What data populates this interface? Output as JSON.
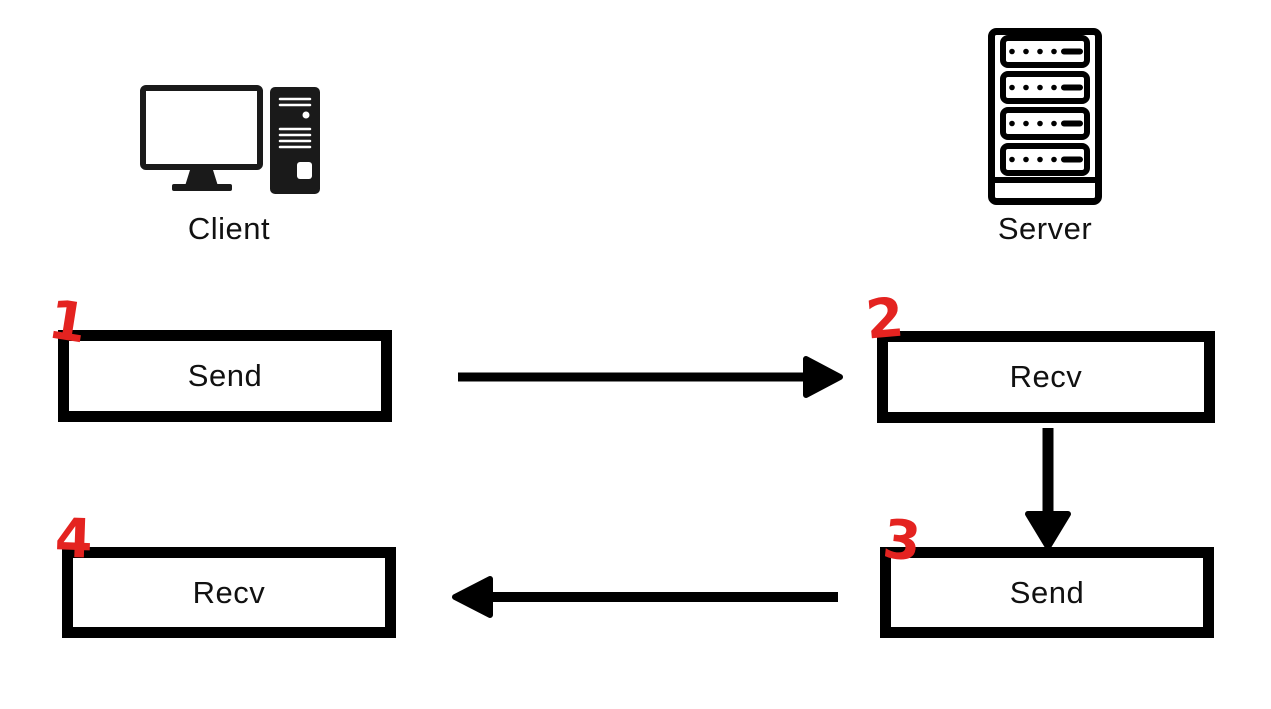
{
  "diagram": {
    "actors": [
      {
        "label": "Client",
        "icon": "desktop-computer-icon"
      },
      {
        "label": "Server",
        "icon": "server-rack-icon"
      }
    ],
    "steps": [
      {
        "number": "1",
        "label": "Send"
      },
      {
        "number": "2",
        "label": "Recv"
      },
      {
        "number": "3",
        "label": "Send"
      },
      {
        "number": "4",
        "label": "Recv"
      }
    ],
    "arrows": [
      {
        "direction": "right",
        "from_step": "1",
        "to_step": "2"
      },
      {
        "direction": "down",
        "from_step": "2",
        "to_step": "3"
      },
      {
        "direction": "left",
        "from_step": "3",
        "to_step": "4"
      }
    ],
    "colors": {
      "step_number_red": "#e42320",
      "box_border": "#000000",
      "arrow": "#000000",
      "icon_fill": "#1a1a1a",
      "background": "#ffffff"
    }
  }
}
